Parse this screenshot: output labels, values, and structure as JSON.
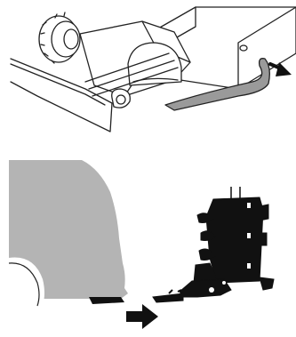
{
  "figure": {
    "panels": [
      {
        "id": "top",
        "depicts": "tow-bar-coupling-release-detail",
        "arrow_direction": "right-down"
      },
      {
        "id": "bottom",
        "depicts": "vehicle-rear-and-removed-tow-bar",
        "arrow_direction": "right"
      }
    ],
    "colors": {
      "line": "#222222",
      "dark": "#111111",
      "vehicle": "#b4b4b4",
      "rod": "#9a9a9a",
      "background": "#ffffff"
    }
  }
}
